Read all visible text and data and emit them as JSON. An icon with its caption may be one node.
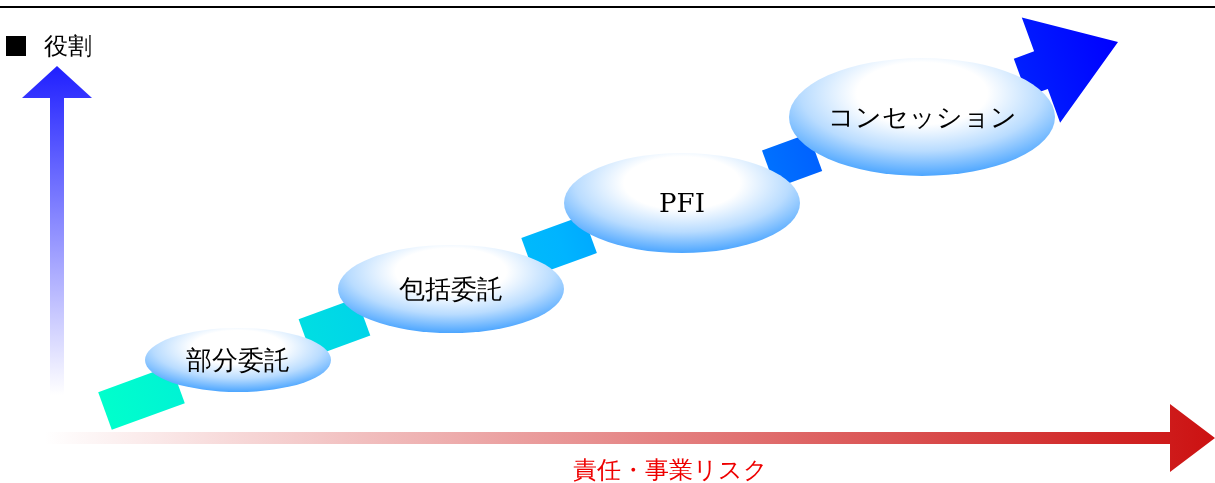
{
  "diagram": {
    "title": "役割",
    "nodes": [
      {
        "text": [
          "部分委託"
        ]
      },
      {
        "text": [
          "包括委託"
        ]
      },
      {
        "text": [
          "PFI"
        ]
      },
      {
        "text": [
          "コンセッション"
        ]
      }
    ],
    "edges": [
      {
        "from": 0,
        "to": 1,
        "arrow": "none"
      },
      {
        "from": 1,
        "to": 2,
        "arrow": "none"
      },
      {
        "from": 2,
        "to": 3,
        "arrow": "none"
      },
      {
        "from": 3,
        "to": null,
        "arrow": "to"
      }
    ],
    "labels": [
      "責任・事業リスク"
    ]
  }
}
